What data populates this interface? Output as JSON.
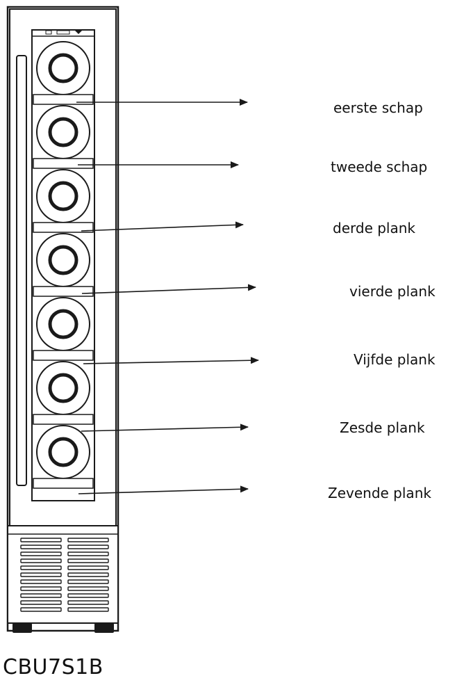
{
  "model": "CBU7S1B",
  "shelves": [
    {
      "label": "eerste schap"
    },
    {
      "label": "tweede schap"
    },
    {
      "label": "derde plank"
    },
    {
      "label": "vierde plank"
    },
    {
      "label": "Vijfde plank"
    },
    {
      "label": "Zesde plank"
    },
    {
      "label": "Zevende plank"
    }
  ],
  "colors": {
    "line": "#1a1a1a",
    "background": "#ffffff",
    "feet": "#1a1a1a"
  }
}
